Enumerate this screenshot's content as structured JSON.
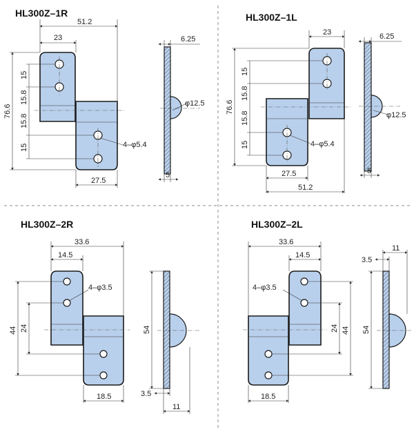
{
  "drawings": [
    {
      "id": "hl300z-1r",
      "title": "HL300Z–1R",
      "front": {
        "overall_width": "51.2",
        "upper_width": "23",
        "height": "76.6",
        "spacing_a": "15",
        "spacing_b": "15.8",
        "spacing_c": "15.8",
        "spacing_d": "15",
        "holes": "4–φ5.4",
        "lower_width": "27.5"
      },
      "side": {
        "thickness": "6.25",
        "knuckle": "φ12.5",
        "base": "5"
      }
    },
    {
      "id": "hl300z-1l",
      "title": "HL300Z–1L",
      "front": {
        "overall_width": "51.2",
        "upper_width": "23",
        "height": "76.6",
        "spacing_a": "15",
        "spacing_b": "15.8",
        "spacing_c": "15.8",
        "spacing_d": "15",
        "holes": "4–φ5.4",
        "lower_width": "27.5"
      },
      "side": {
        "thickness": "6.25",
        "knuckle": "φ12.5",
        "base": "5"
      }
    },
    {
      "id": "hl300z-2r",
      "title": "HL300Z–2R",
      "front": {
        "overall_width": "33.6",
        "upper_width": "14.5",
        "height": "44",
        "inner_height": "24",
        "holes": "4–φ3.5",
        "lower_width": "18.5"
      },
      "side": {
        "height": "54",
        "offset": "3.5",
        "thickness": "11"
      }
    },
    {
      "id": "hl300z-2l",
      "title": "HL300Z–2L",
      "front": {
        "overall_width": "33.6",
        "upper_width": "14.5",
        "height": "44",
        "inner_height": "24",
        "holes": "4–φ3.5",
        "lower_width": "18.5"
      },
      "side": {
        "height": "54",
        "offset": "3.5",
        "thickness": "11"
      }
    }
  ],
  "colors": {
    "plate": "#b9d0ec",
    "outline": "#1a1a1a",
    "dimension": "#333333"
  }
}
